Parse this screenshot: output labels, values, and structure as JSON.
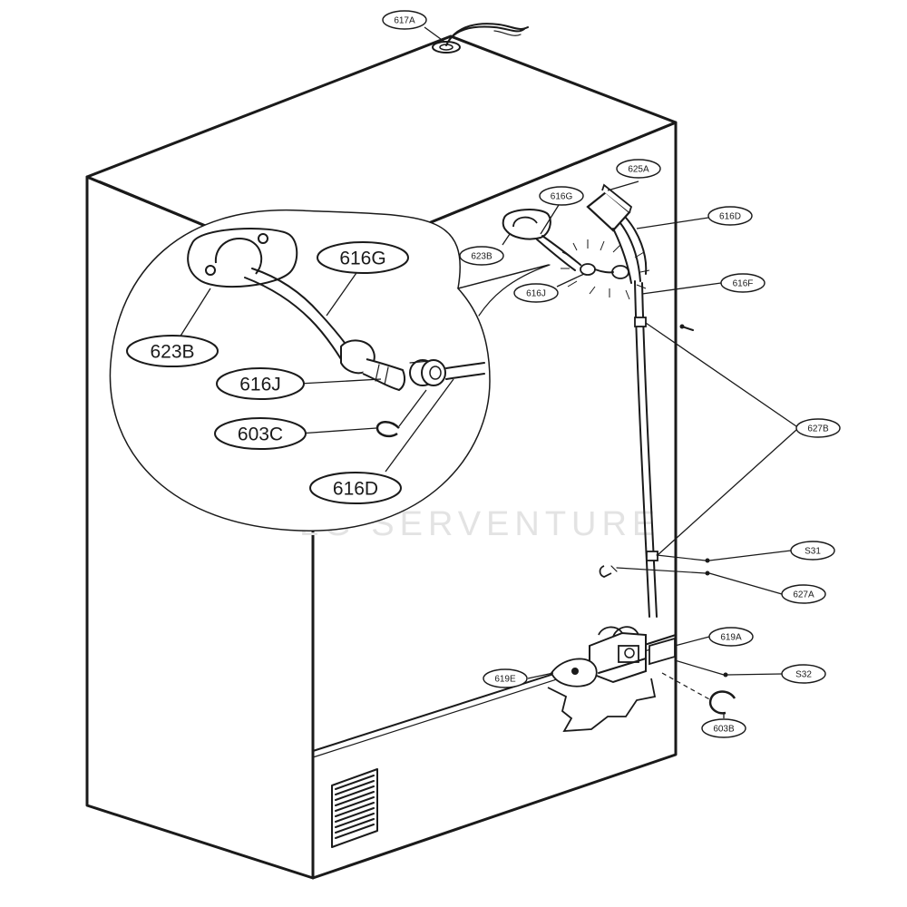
{
  "watermark": "LG SERVENTURE",
  "callouts_large": [
    "616G",
    "623B",
    "616J",
    "603C",
    "616D"
  ],
  "callouts_small": [
    "617A",
    "625A",
    "616G",
    "616D",
    "623B",
    "616J",
    "616F",
    "627B",
    "S31",
    "627A",
    "619A",
    "619E",
    "S32",
    "603B"
  ]
}
